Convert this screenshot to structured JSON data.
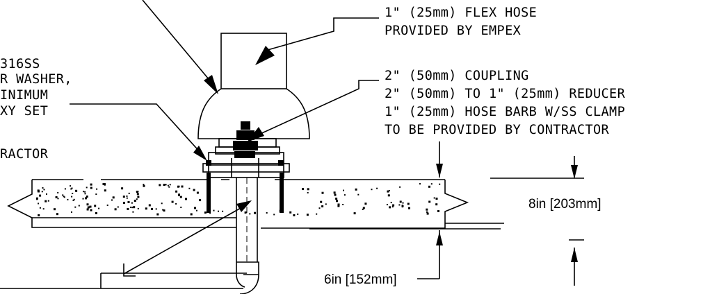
{
  "callouts": {
    "flex_hose": [
      "1\" (25mm) FLEX HOSE",
      "PROVIDED BY EMPEX"
    ],
    "coupling": [
      "2\" (50mm) COUPLING",
      "2\" (50mm) TO 1\" (25mm) REDUCER",
      "1\" (25mm) HOSE BARB W/SS CLAMP",
      "TO BE PROVIDED BY CONTRACTOR"
    ],
    "anchor_partial": [
      "316SS",
      "R WASHER,",
      "INIMUM",
      "XY SET",
      "",
      "RACTOR"
    ]
  },
  "dimensions": {
    "slab_thickness": "8in [203mm]",
    "depth": "6in [152mm]"
  },
  "colors": {
    "line": "#000000",
    "background": "#ffffff"
  }
}
